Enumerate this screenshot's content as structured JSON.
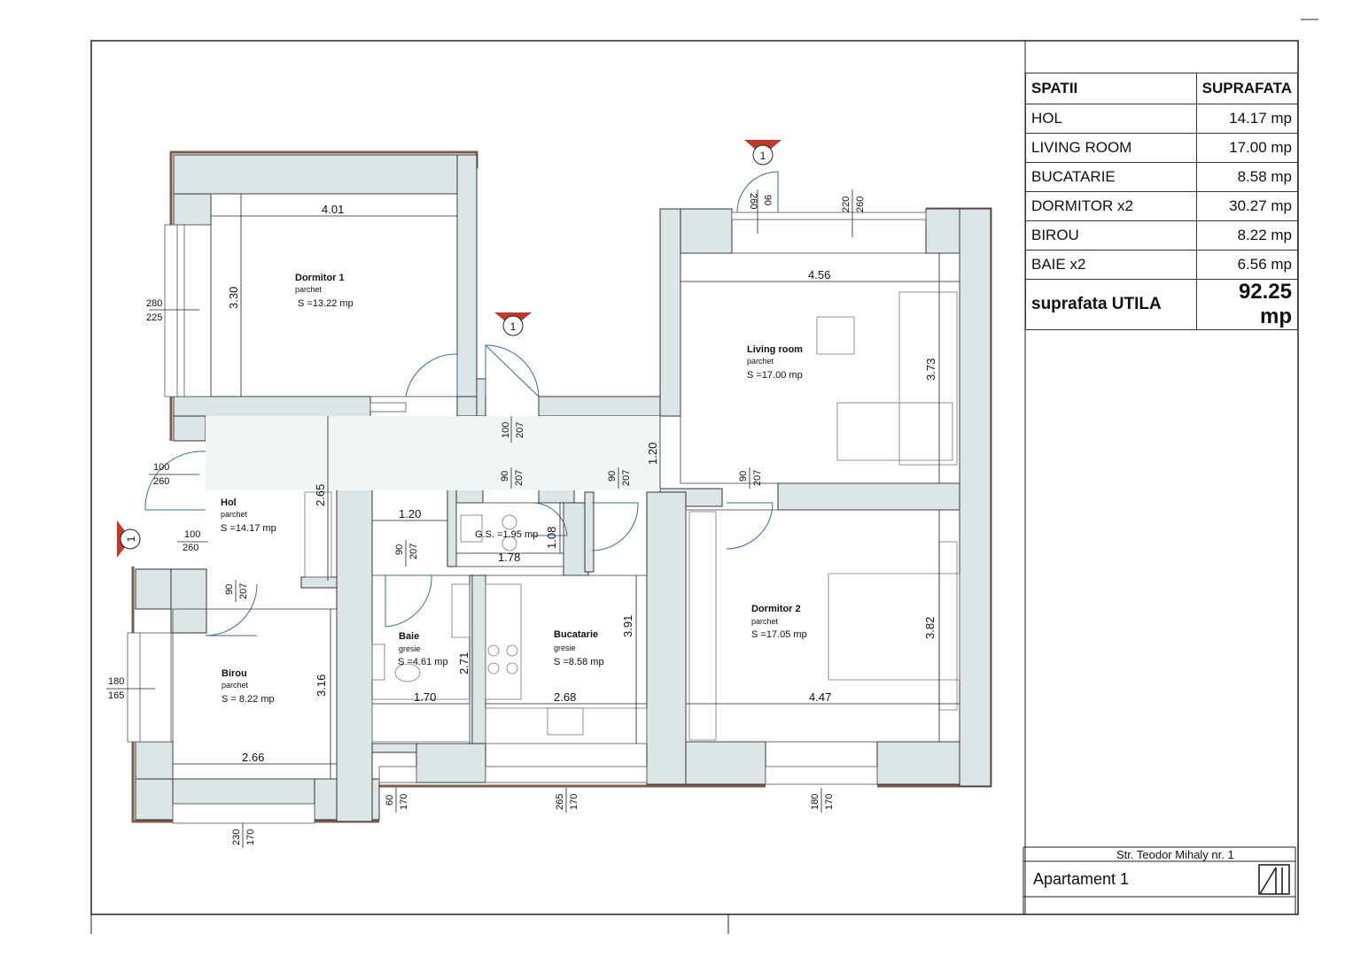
{
  "rooms": {
    "dormitor1": {
      "name": "Dormitor 1",
      "finish": "parchet",
      "area": "S =13.22 mp"
    },
    "living": {
      "name": "Living room",
      "finish": "parchet",
      "area": "S =17.00 mp"
    },
    "hol": {
      "name": "Hol",
      "finish": "parchet",
      "area": "S =14.17 mp"
    },
    "gs": {
      "area": "G.S. =1.95 mp"
    },
    "baie": {
      "name": "Baie",
      "finish": "gresie",
      "area": "S =4.61 mp"
    },
    "bucatarie": {
      "name": "Bucatarie",
      "finish": "gresie",
      "area": "S =8.58 mp"
    },
    "dormitor2": {
      "name": "Dormitor 2",
      "finish": "parchet",
      "area": "S =17.05 mp"
    },
    "birou": {
      "name": "Birou",
      "finish": "parchet",
      "area": "S = 8.22 mp"
    }
  },
  "dimensions": {
    "d401": "4.01",
    "d330": "3.30",
    "d456": "4.56",
    "d373": "3.73",
    "d120v": "1.20",
    "d265": "2.65",
    "d120h": "1.20",
    "d178": "1.78",
    "d108": "1.08",
    "d391": "3.91",
    "d271": "2.71",
    "d316": "3.16",
    "d170": "1.70",
    "d268": "2.68",
    "d447": "4.47",
    "d382": "3.82",
    "d266": "2.66"
  },
  "openings": {
    "w280": "280",
    "w225": "225",
    "w100a": "100",
    "w260a": "260",
    "w100b": "100",
    "w260b": "260",
    "w180a": "180",
    "w165": "165",
    "top90": "90",
    "top260": "260",
    "top220": "220",
    "top260b": "260",
    "d100": "100",
    "d207a": "207",
    "d90a": "90",
    "d207b": "207",
    "d90b": "90",
    "d207c": "207",
    "d90c": "90",
    "d207d": "207",
    "d90d": "90",
    "d207e": "207",
    "d90e": "90",
    "d207f": "207",
    "b60": "60",
    "b170a": "170",
    "b265": "265",
    "b170b": "170",
    "b180": "180",
    "b170c": "170",
    "b230": "230",
    "b170d": "170"
  },
  "section_marks": [
    "1",
    "1",
    "1"
  ],
  "legend": {
    "header": {
      "col1": "SPATII",
      "col2": "SUPRAFATA"
    },
    "rows": [
      {
        "label": "HOL",
        "value": "14.17 mp"
      },
      {
        "label": "LIVING ROOM",
        "value": "17.00 mp"
      },
      {
        "label": "BUCATARIE",
        "value": "8.58 mp"
      },
      {
        "label": "DORMITOR x2",
        "value": "30.27 mp"
      },
      {
        "label": "BIROU",
        "value": "8.22 mp"
      },
      {
        "label": "BAIE x2",
        "value": "6.56 mp"
      }
    ],
    "total_label": "suprafata UTILA",
    "total_value": "92.25 mp"
  },
  "title_block": {
    "address": "Str. Teodor Mihaly nr. 1",
    "apartment": "Apartament 1"
  },
  "colors": {
    "wall_fill": "#dde6e6",
    "outer_line": "#7a5a4a",
    "marker": "#c0392b"
  }
}
